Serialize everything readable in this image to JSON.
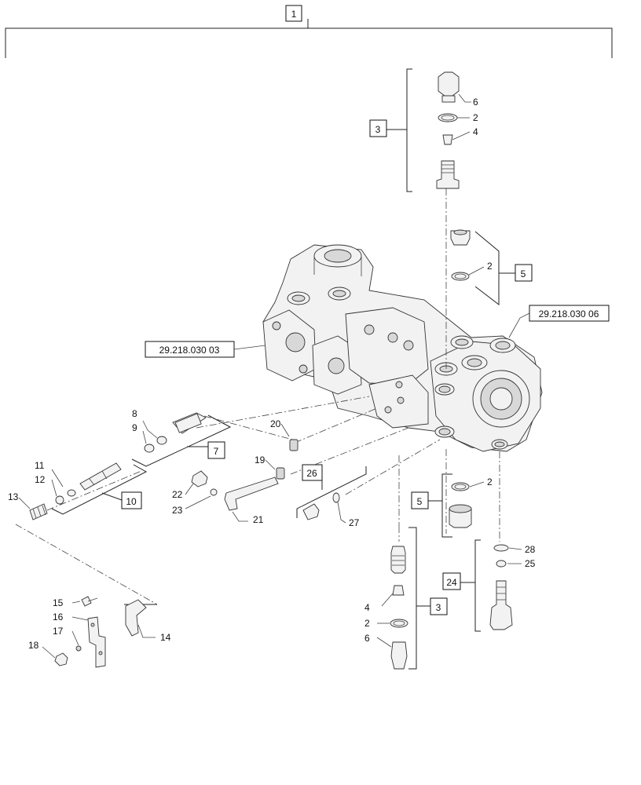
{
  "assembly": {
    "box_label": "1"
  },
  "references": [
    {
      "id": "ref-main-housing",
      "label": "29.218.030 03"
    },
    {
      "id": "ref-end-housing",
      "label": "29.218.030 06"
    }
  ],
  "groups": [
    {
      "id": "g3-top",
      "label": "3"
    },
    {
      "id": "g5-top",
      "label": "5"
    },
    {
      "id": "g7",
      "label": "7"
    },
    {
      "id": "g10",
      "label": "10"
    },
    {
      "id": "g26",
      "label": "26"
    },
    {
      "id": "g5-bottom",
      "label": "5"
    },
    {
      "id": "g24",
      "label": "24"
    },
    {
      "id": "g3-bottom",
      "label": "3"
    }
  ],
  "callouts": [
    {
      "id": "c6-top",
      "label": "6"
    },
    {
      "id": "c2-top",
      "label": "2"
    },
    {
      "id": "c4-top",
      "label": "4"
    },
    {
      "id": "c2-g5",
      "label": "2"
    },
    {
      "id": "c8",
      "label": "8"
    },
    {
      "id": "c9",
      "label": "9"
    },
    {
      "id": "c20",
      "label": "20"
    },
    {
      "id": "c11",
      "label": "11"
    },
    {
      "id": "c12",
      "label": "12"
    },
    {
      "id": "c13",
      "label": "13"
    },
    {
      "id": "c19",
      "label": "19"
    },
    {
      "id": "c22",
      "label": "22"
    },
    {
      "id": "c23",
      "label": "23"
    },
    {
      "id": "c21",
      "label": "21"
    },
    {
      "id": "c27",
      "label": "27"
    },
    {
      "id": "c2-g5b",
      "label": "2"
    },
    {
      "id": "c28",
      "label": "28"
    },
    {
      "id": "c25",
      "label": "25"
    },
    {
      "id": "c4-bottom",
      "label": "4"
    },
    {
      "id": "c2-bottom",
      "label": "2"
    },
    {
      "id": "c6-bottom",
      "label": "6"
    },
    {
      "id": "c15",
      "label": "15"
    },
    {
      "id": "c16",
      "label": "16"
    },
    {
      "id": "c17",
      "label": "17"
    },
    {
      "id": "c14",
      "label": "14"
    },
    {
      "id": "c18",
      "label": "18"
    }
  ]
}
